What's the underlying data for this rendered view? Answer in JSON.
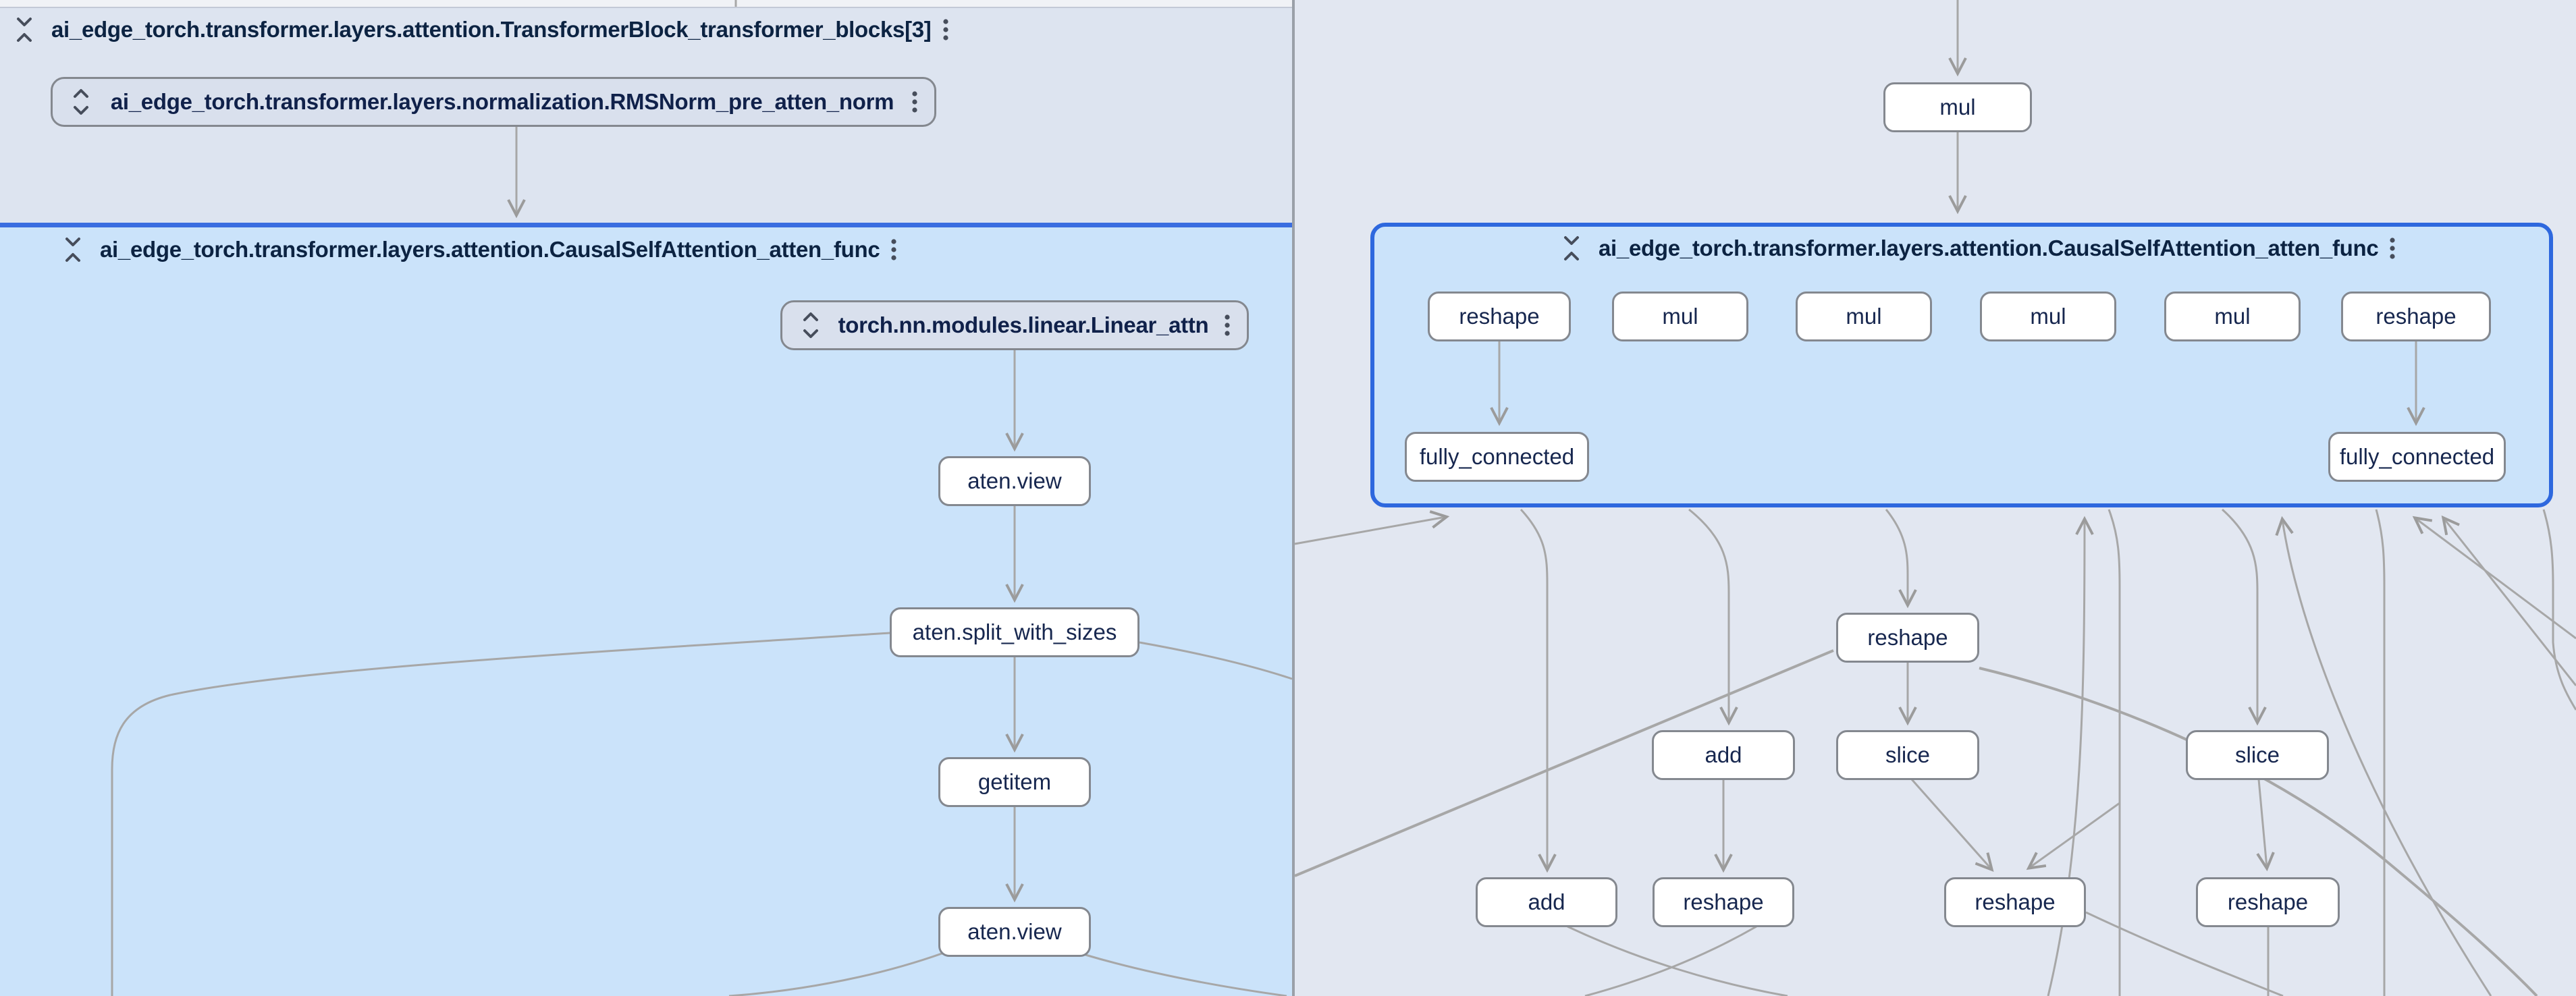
{
  "left_pane": {
    "transformer_block_title": "ai_edge_torch.transformer.layers.attention.TransformerBlock_transformer_blocks[3]",
    "rmsnorm_label": "ai_edge_torch.transformer.layers.normalization.RMSNorm_pre_atten_norm",
    "attention_region_title": "ai_edge_torch.transformer.layers.attention.CausalSelfAttention_atten_func",
    "linear_label": "torch.nn.modules.linear.Linear_attn",
    "op_nodes": [
      "aten.view",
      "aten.split_with_sizes",
      "getitem",
      "aten.view"
    ]
  },
  "right_pane": {
    "mul_node_label": "mul",
    "attention_region_title": "ai_edge_torch.transformer.layers.attention.CausalSelfAttention_atten_func",
    "row1_nodes": [
      "reshape",
      "mul",
      "mul",
      "mul",
      "mul",
      "reshape"
    ],
    "row2_nodes": [
      "fully_connected",
      "fully_connected"
    ],
    "mid_node_label": "reshape",
    "row3_nodes": [
      "add",
      "slice",
      "slice"
    ],
    "row4_nodes": [
      "add",
      "reshape",
      "reshape",
      "reshape"
    ]
  },
  "colors": {
    "selected_region_border": "#2e68de",
    "region_top_border": "#3a6de0",
    "region_fill": "#cbe3fa",
    "group_fill": "#dde4f0",
    "right_pane_fill": "#e2e7f1",
    "edge": "#a7a7a7",
    "node_border": "#84888f",
    "node_fill": "#ffffff",
    "module_fill": "#d9e0ed",
    "node_text": "#17274f",
    "header_text": "#0c2342"
  }
}
